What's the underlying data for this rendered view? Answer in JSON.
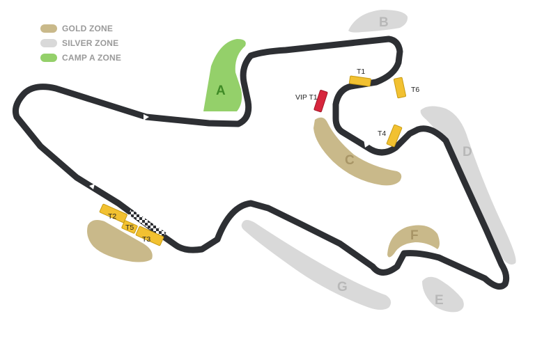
{
  "legend": [
    {
      "label": "GOLD ZONE",
      "color": "#c9b98a"
    },
    {
      "label": "SILVER ZONE",
      "color": "#d9d9d9"
    },
    {
      "label": "CAMP A ZONE",
      "color": "#94d06a"
    }
  ],
  "zones": {
    "a": {
      "letter": "A",
      "color": "#94d06a",
      "text_color": "#3f8a26"
    },
    "b": {
      "letter": "B",
      "color": "#d9d9d9",
      "text_color": "#b8b8b8"
    },
    "c": {
      "letter": "C",
      "color": "#c9b98a",
      "text_color": "#a89566"
    },
    "d": {
      "letter": "D",
      "color": "#d9d9d9",
      "text_color": "#b8b8b8"
    },
    "e": {
      "letter": "E",
      "color": "#d9d9d9",
      "text_color": "#b8b8b8"
    },
    "f": {
      "letter": "F",
      "color": "#c9b98a",
      "text_color": "#a89566"
    },
    "g": {
      "letter": "G",
      "color": "#d9d9d9",
      "text_color": "#b8b8b8"
    },
    "t2t3": {
      "color": "#c9b98a"
    }
  },
  "stands": {
    "t1": "T1",
    "t6": "T6",
    "t4": "T4",
    "vip_t1": "VIP T1",
    "t2": "T2",
    "t5": "T5",
    "t3": "T3",
    "stand_color": "#f2c131",
    "vip_color": "#d7263d"
  },
  "track": {
    "color": "#2d2f33"
  }
}
